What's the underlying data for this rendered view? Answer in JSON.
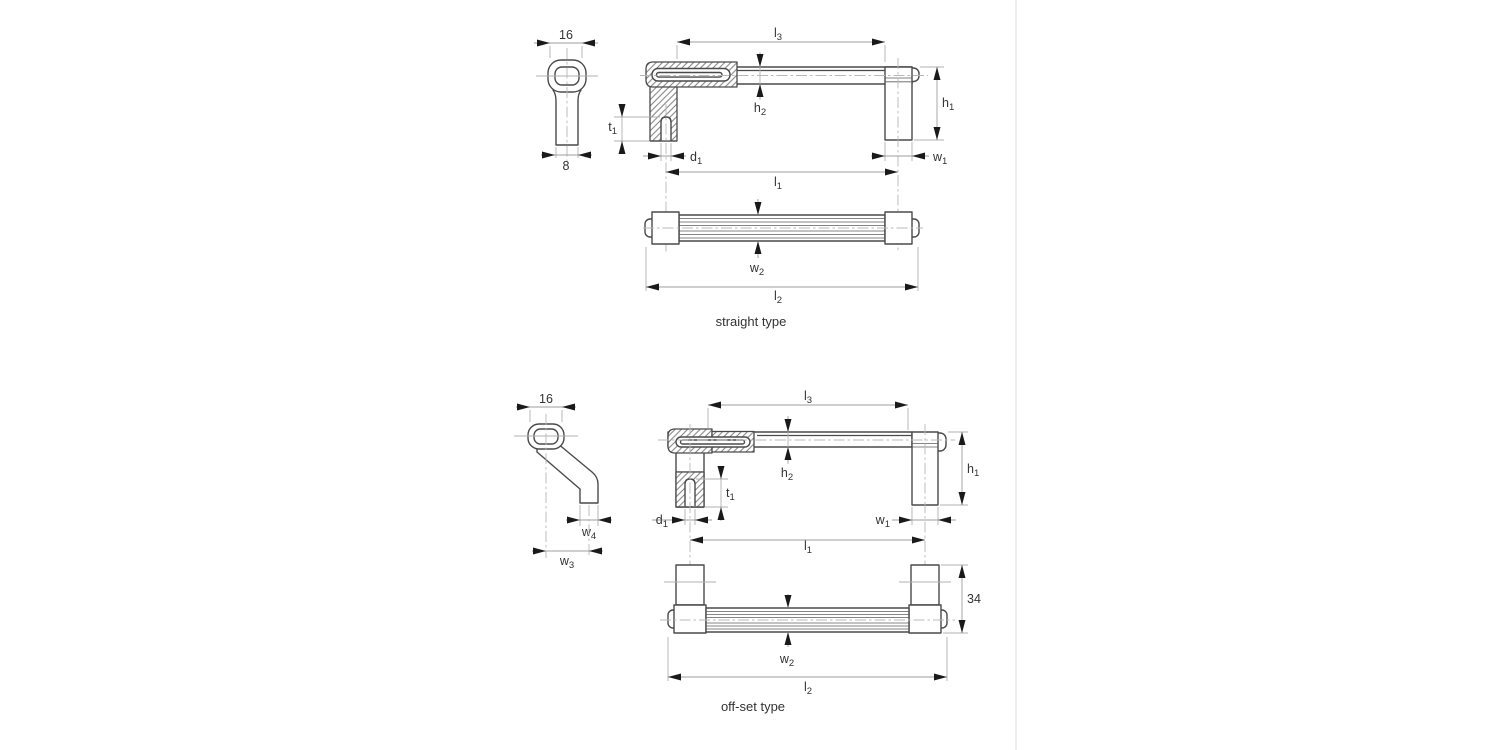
{
  "page": {
    "background": "#ffffff",
    "divider_color": "#dcdcdc"
  },
  "colors": {
    "outline": "#4a4a4a",
    "thin_line": "#b0b0b0",
    "centerline": "#b8b8b8",
    "hatch": "#6f6f6f",
    "arrow": "#1a1a1a",
    "text": "#333333"
  },
  "straight": {
    "caption": "straight type",
    "dims": {
      "width_top": "16",
      "width_bottom": "8",
      "t1": {
        "b": "t",
        "s": "1"
      },
      "d1": {
        "b": "d",
        "s": "1"
      },
      "l3": {
        "b": "l",
        "s": "3"
      },
      "h2": {
        "b": "h",
        "s": "2"
      },
      "h1": {
        "b": "h",
        "s": "1"
      },
      "w1": {
        "b": "w",
        "s": "1"
      },
      "l1": {
        "b": "l",
        "s": "1"
      },
      "w2": {
        "b": "w",
        "s": "2"
      },
      "l2": {
        "b": "l",
        "s": "2"
      }
    }
  },
  "offset": {
    "caption": "off-set type",
    "dims": {
      "width_top": "16",
      "offset_height": "34",
      "w4": {
        "b": "w",
        "s": "4"
      },
      "w3": {
        "b": "w",
        "s": "3"
      },
      "t1": {
        "b": "t",
        "s": "1"
      },
      "d1": {
        "b": "d",
        "s": "1"
      },
      "l3": {
        "b": "l",
        "s": "3"
      },
      "h2": {
        "b": "h",
        "s": "2"
      },
      "h1": {
        "b": "h",
        "s": "1"
      },
      "w1": {
        "b": "w",
        "s": "1"
      },
      "l1": {
        "b": "l",
        "s": "1"
      },
      "w2": {
        "b": "w",
        "s": "2"
      },
      "l2": {
        "b": "l",
        "s": "2"
      }
    }
  }
}
